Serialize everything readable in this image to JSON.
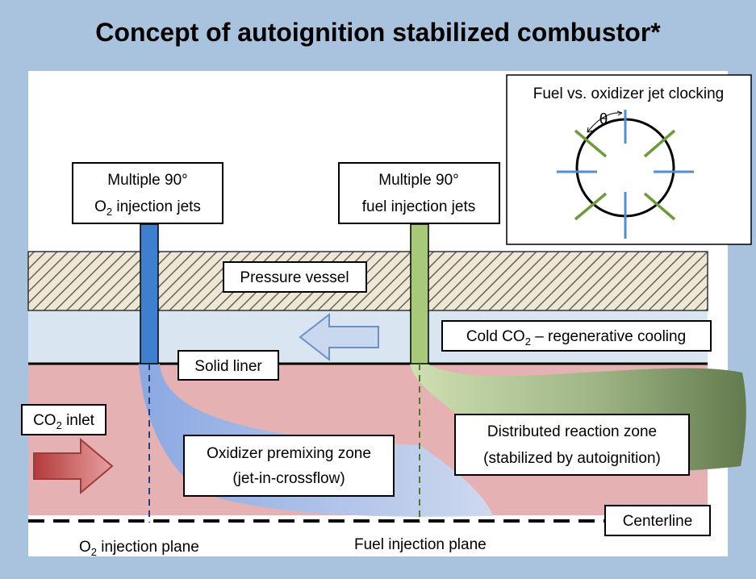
{
  "title": "Concept of autoignition stabilized combustor*",
  "labels": {
    "o2_jets_line1": "Multiple 90°",
    "o2_jets_line2_pre": "O",
    "o2_jets_line2_sub": "2",
    "o2_jets_line2_post": " injection jets",
    "fuel_jets_line1": "Multiple 90°",
    "fuel_jets_line2": "fuel injection jets",
    "pressure_vessel": "Pressure vessel",
    "solid_liner": "Solid liner",
    "cold_co2_pre": "Cold CO",
    "cold_co2_sub": "2",
    "cold_co2_post": " – regenerative cooling",
    "co2_inlet_pre": "CO",
    "co2_inlet_sub": "2",
    "co2_inlet_post": " inlet",
    "oxidizer_zone_line1": "Oxidizer premixing zone",
    "oxidizer_zone_line2": "(jet-in-crossflow)",
    "reaction_zone_line1": "Distributed reaction zone",
    "reaction_zone_line2": "(stabilized by autoignition)",
    "centerline": "Centerline",
    "o2_plane_pre": "O",
    "o2_plane_sub": "2",
    "o2_plane_post": " injection plane",
    "fuel_plane": "Fuel injection plane"
  },
  "inset": {
    "title": "Fuel vs. oxidizer jet clocking",
    "theta": "θ"
  },
  "colors": {
    "background": "#a9c3df",
    "cooling_channel": "#d9e6f2",
    "hot_gas": "#e6b1b3",
    "oxidizer_jet": "#3f7fd0",
    "fuel_jet": "#a8c97a",
    "reaction_zone": "#8fa86e",
    "inset_blue": "#4f8fd6",
    "inset_green": "#6f9a3c"
  }
}
